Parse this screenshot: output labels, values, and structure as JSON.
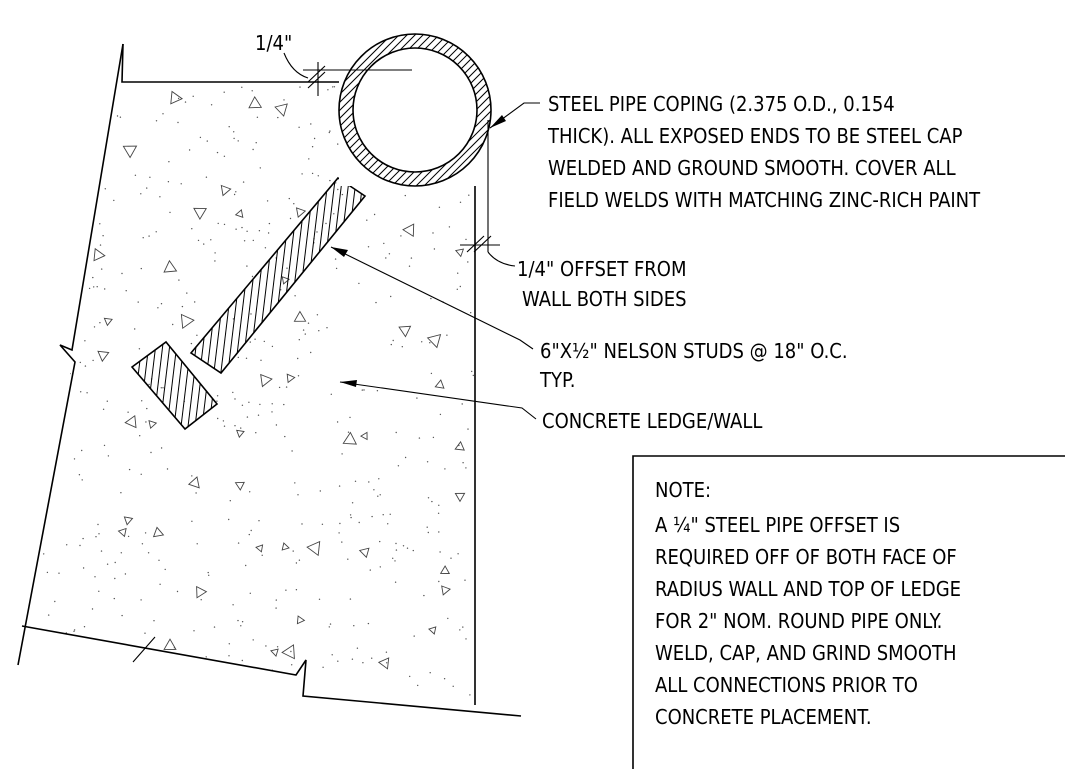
{
  "dimensions": {
    "top_offset": "1/4\"",
    "side_offset_line1": "1/4\" OFFSET FROM",
    "side_offset_line2": "WALL BOTH SIDES"
  },
  "callouts": {
    "pipe_coping": [
      "STEEL PIPE COPING (2.375   O.D., 0.154",
      "THICK). ALL EXPOSED ENDS TO BE STEEL CAP",
      "WELDED AND GROUND SMOOTH. COVER ALL",
      "FIELD WELDS WITH MATCHING ZINC-RICH PAINT"
    ],
    "nelson_studs": [
      "6\"X½\" NELSON STUDS @ 18\" O.C.",
      "TYP."
    ],
    "concrete": "CONCRETE LEDGE/WALL"
  },
  "note": {
    "heading": "NOTE:",
    "lines": [
      "A ¼\" STEEL PIPE OFFSET IS",
      "REQUIRED OFF OF BOTH FACE OF",
      "RADIUS WALL AND TOP OF LEDGE",
      "FOR 2\" NOM. ROUND PIPE ONLY.",
      "WELD, CAP, AND GRIND SMOOTH",
      "ALL CONNECTIONS PRIOR TO",
      "CONCRETE PLACEMENT."
    ]
  }
}
